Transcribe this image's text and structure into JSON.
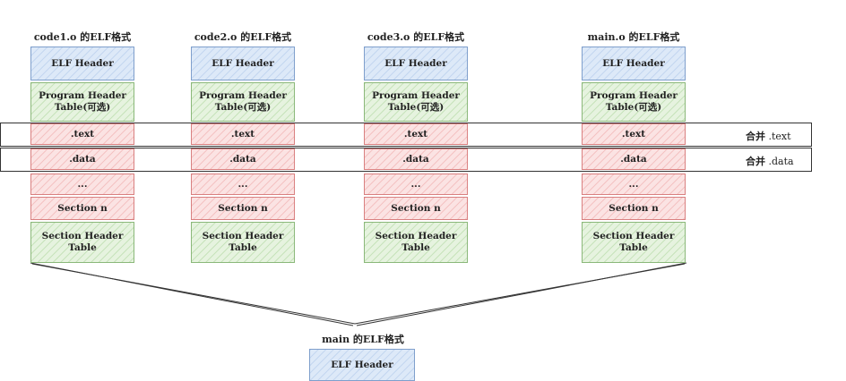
{
  "modules": [
    {
      "title": "code1.o 的ELF格式"
    },
    {
      "title": "code2.o 的ELF格式"
    },
    {
      "title": "code3.o 的ELF格式"
    },
    {
      "title": "main.o 的ELF格式"
    }
  ],
  "sections": {
    "elf_header": "ELF Header",
    "program_header_line1": "Program Header",
    "program_header_line2": "Table(可选)",
    "text": ".text",
    "data": ".data",
    "ellipsis": "...",
    "section_n": "Section n",
    "section_header_table": "Section Header Table"
  },
  "merge_labels": {
    "text": {
      "prefix": "合并",
      "suffix": " .text"
    },
    "data": {
      "prefix": "合并",
      "suffix": " .data"
    }
  },
  "output": {
    "title": "main 的ELF格式",
    "elf_header": "ELF Header"
  }
}
